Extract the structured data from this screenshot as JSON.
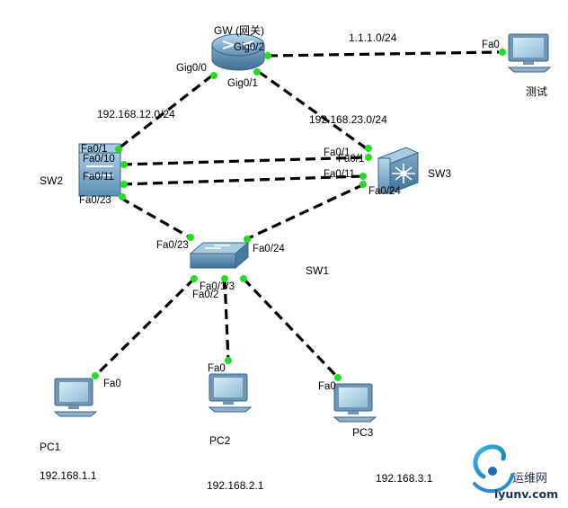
{
  "nodes": {
    "gw": {
      "name": "GW (网关)"
    },
    "sw2": {
      "name": "SW2"
    },
    "sw3": {
      "name": "SW3"
    },
    "sw1": {
      "name": "SW1"
    },
    "test": {
      "name": "测试"
    },
    "pc1": {
      "name": "PC1",
      "ip": "192.168.1.1"
    },
    "pc2": {
      "name": "PC2",
      "ip": "192.168.2.1"
    },
    "pc3": {
      "name": "PC3",
      "ip": "192.168.3.1"
    }
  },
  "networks": {
    "gw_test": "1.1.1.0/24",
    "gw_sw2": "192.168.12.0/24",
    "gw_sw3": "192.168.23.0/24"
  },
  "ports": {
    "gw_gig00": "Gig0/0",
    "gw_gig01": "Gig0/1",
    "gw_gig02": "Gig0/2",
    "test_fa0": "Fa0",
    "sw2_fa01": "Fa0/1",
    "sw2_fa010": "Fa0/10",
    "sw2_fa011": "Fa0/11",
    "sw2_fa023": "Fa0/23",
    "sw3_fa01_a": "Fa0/1",
    "sw3_fa01_b": "Fa0/1",
    "sw3_fa011": "Fa0/11",
    "sw3_fa024": "Fa0/24",
    "sw1_fa023": "Fa0/23",
    "sw1_fa024": "Fa0/24",
    "sw1_fa013": "Fa0/1/3",
    "sw1_fa02": "Fa0/2",
    "pc1_fa0": "Fa0",
    "pc2_fa0": "Fa0",
    "pc3_fa0": "Fa0"
  },
  "watermark": {
    "text": "运维网",
    "url": "iyunv.com"
  },
  "colors": {
    "link": "#000000",
    "port_dot": "#22dd22",
    "device_blue": "#5b8fb5",
    "watermark": "#1c2f5e"
  }
}
